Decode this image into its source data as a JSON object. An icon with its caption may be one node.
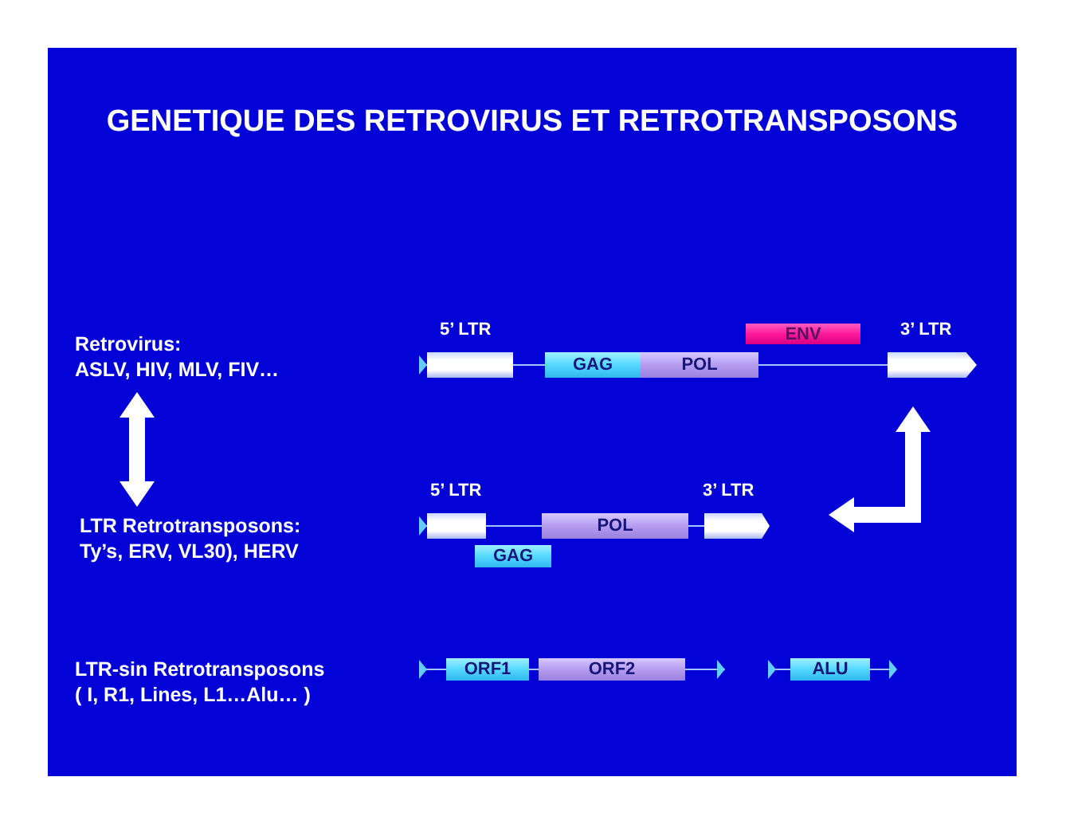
{
  "diagram": {
    "title": "GENETIQUE DES RETROVIRUS ET RETROTRANSPOSONS",
    "nodes": [
      {
        "text": [
          "Retrovirus:",
          "ASLV, HIV, MLV, FIV…"
        ]
      },
      {
        "text": [
          "LTR Retrotransposons:",
          "Ty’s, ERV, VL30), HERV"
        ]
      },
      {
        "text": [
          "LTR-sin Retrotransposons",
          "( I, R1, Lines, L1…Alu… )"
        ]
      },
      {
        "text": [],
        "shape": "box",
        "beside": [
          "5’ LTR"
        ]
      },
      {
        "text": [
          "GAG"
        ]
      },
      {
        "text": [
          "POL"
        ]
      },
      {
        "text": [
          "ENV"
        ]
      },
      {
        "text": [],
        "shape": "box",
        "beside": [
          "3’ LTR"
        ]
      },
      {
        "text": [],
        "shape": "box",
        "beside": [
          "5’ LTR"
        ]
      },
      {
        "text": [
          "POL"
        ]
      },
      {
        "text": [
          "GAG"
        ]
      },
      {
        "text": [],
        "shape": "box",
        "beside": [
          "3’ LTR"
        ]
      },
      {
        "text": [
          "ORF1"
        ]
      },
      {
        "text": [
          "ORF2"
        ]
      },
      {
        "text": [
          "ALU"
        ]
      }
    ],
    "edges": [
      {
        "from": 0,
        "to": 1,
        "arrow": "both"
      },
      {
        "from": 7,
        "to": 11,
        "arrow": "both"
      }
    ]
  }
}
